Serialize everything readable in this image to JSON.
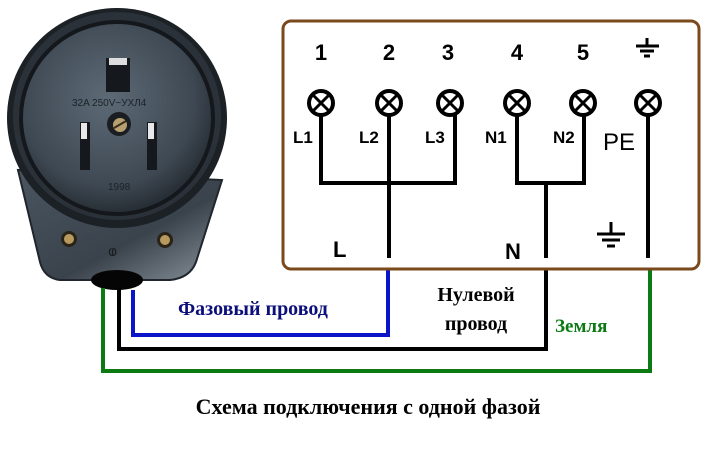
{
  "diagram": {
    "title": "Схема подключения с одной фазой",
    "colors": {
      "box_border": "#7b4a1c",
      "phase_wire": "#0a14c8",
      "neutral_wire": "#000000",
      "ground_wire": "#0b7a12",
      "phase_label": "#0b0f7a",
      "ground_label": "#0b7a12"
    },
    "socket": {
      "marking": "32A 250V~УХЛ4",
      "year": "1998"
    },
    "terminal_block": {
      "numbers": [
        "1",
        "2",
        "3",
        "4",
        "5",
        "⏚"
      ],
      "terminal_labels": [
        "L1",
        "L2",
        "L3",
        "N1",
        "N2",
        "PE"
      ],
      "bus_labels": {
        "phase": "L",
        "neutral": "N",
        "ground_symbol": "⏚"
      }
    },
    "wire_labels": {
      "phase": "Фазовый провод",
      "neutral_line1": "Нулевой",
      "neutral_line2": "провод",
      "ground": "Земля"
    }
  }
}
